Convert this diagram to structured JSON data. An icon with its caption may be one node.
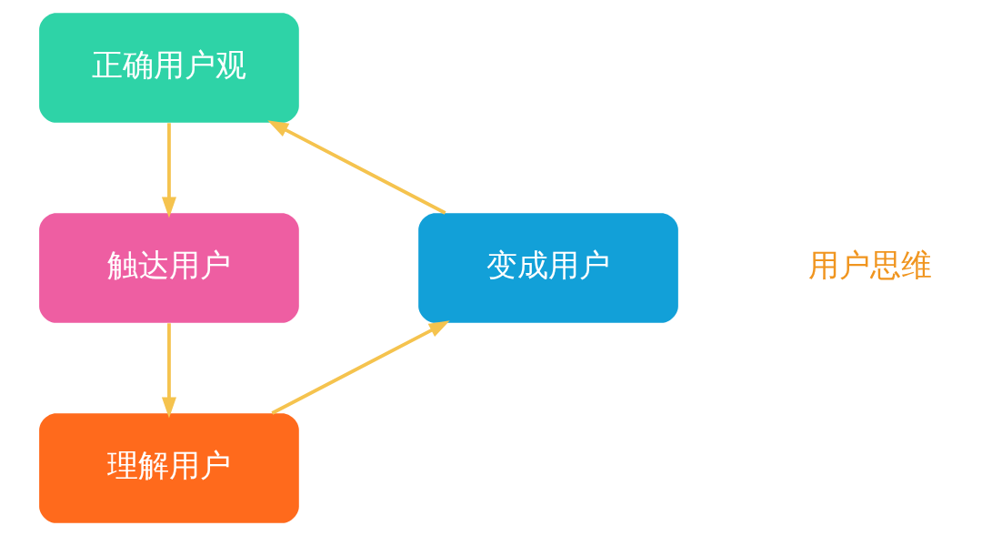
{
  "diagram": {
    "nodes": [
      {
        "text": [
          "正确用户观"
        ]
      },
      {
        "text": [
          "触达用户"
        ]
      },
      {
        "text": [
          "理解用户"
        ]
      },
      {
        "text": [
          "变成用户"
        ]
      }
    ],
    "edges": [
      {
        "from": 0,
        "to": 1,
        "arrow": "to"
      },
      {
        "from": 1,
        "to": 2,
        "arrow": "to"
      },
      {
        "from": 2,
        "to": 3,
        "arrow": "to"
      },
      {
        "from": 3,
        "to": 0,
        "arrow": "to"
      }
    ],
    "labels": [
      "用户思维"
    ]
  }
}
